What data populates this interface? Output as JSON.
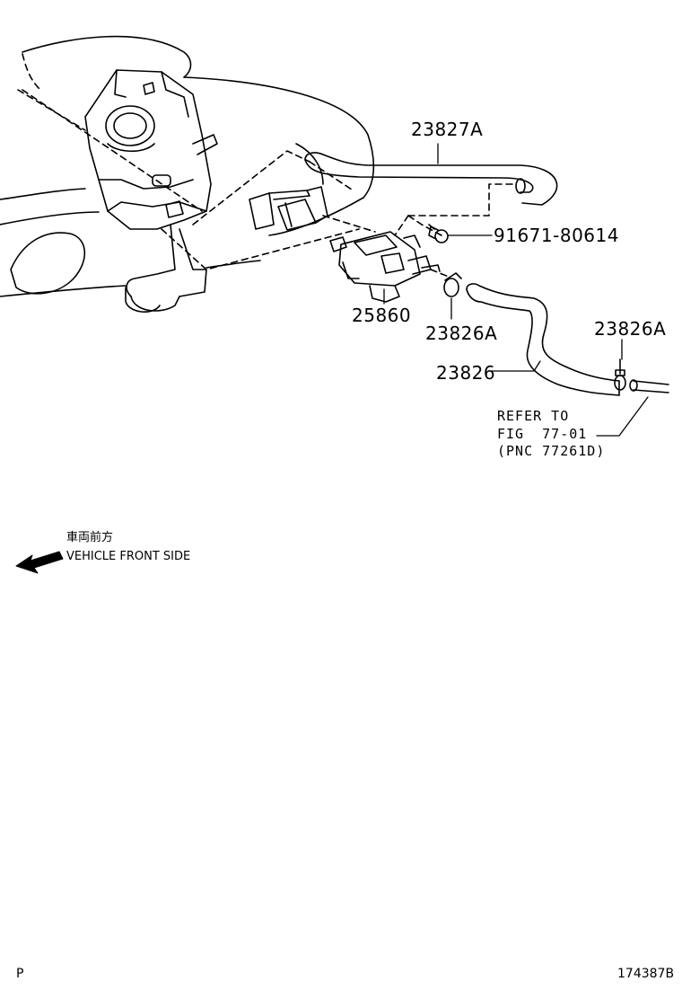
{
  "parts": {
    "p23827a": "23827A",
    "p91671": "91671-80614",
    "p25860": "25860",
    "p23826a_left": "23826A",
    "p23826a_right": "23826A",
    "p23826": "23826"
  },
  "refer": {
    "line1": "REFER TO",
    "line2": "FIG  77-01",
    "line3": "(PNC 77261D)"
  },
  "orientation": {
    "japanese": "車両前方",
    "english": "VEHICLE FRONT SIDE"
  },
  "footer": {
    "left_code": "P",
    "illustration_id": "174387B"
  }
}
